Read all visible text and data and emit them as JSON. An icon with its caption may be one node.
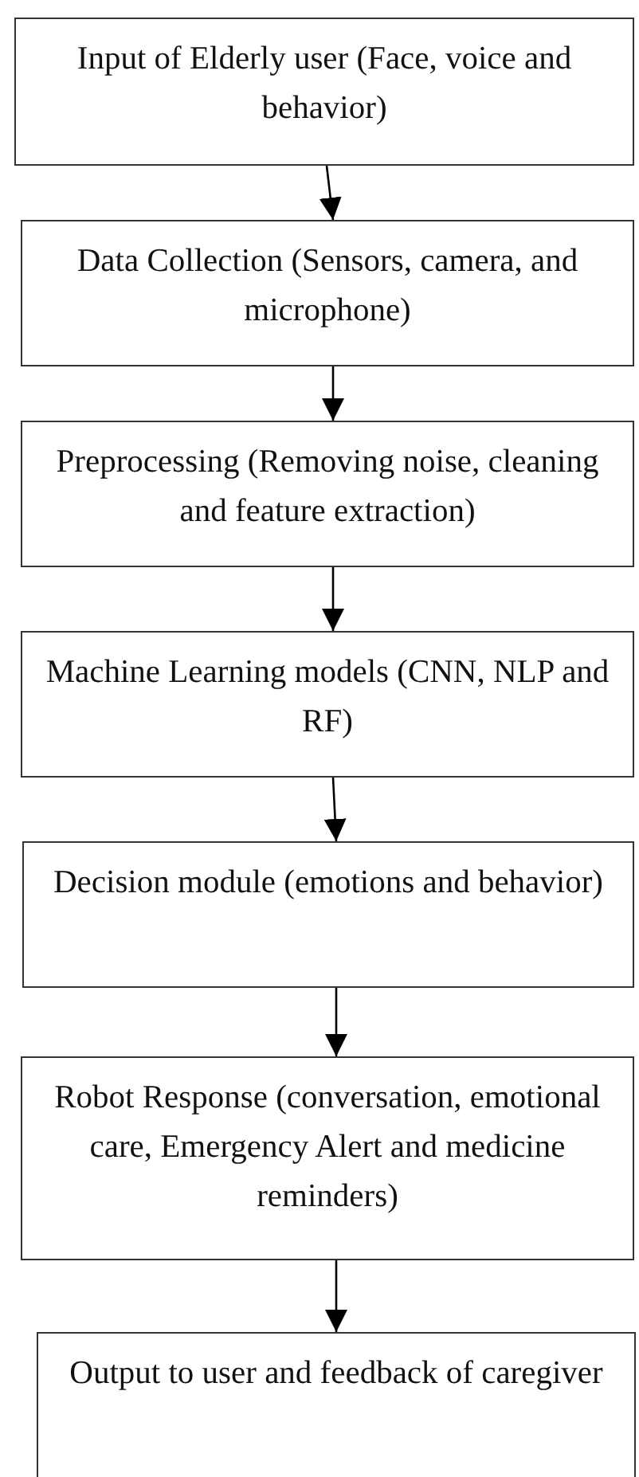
{
  "diagram": {
    "nodes": [
      {
        "text": [
          "Input of Elderly user (Face, voice and behavior)"
        ]
      },
      {
        "text": [
          "Data Collection (Sensors, camera, and microphone)"
        ]
      },
      {
        "text": [
          "Preprocessing (Removing noise, cleaning and feature extraction)"
        ]
      },
      {
        "text": [
          "Machine Learning models (CNN, NLP and RF)"
        ]
      },
      {
        "text": [
          "Decision module (emotions and behavior)"
        ]
      },
      {
        "text": [
          "Robot Response (conversation, emotional care, Emergency Alert and medicine reminders)"
        ]
      },
      {
        "text": [
          "Output to user and feedback of caregiver"
        ]
      }
    ],
    "edges": [
      {
        "from": 0,
        "to": 1,
        "arrow": "to"
      },
      {
        "from": 1,
        "to": 2,
        "arrow": "to"
      },
      {
        "from": 2,
        "to": 3,
        "arrow": "to"
      },
      {
        "from": 3,
        "to": 4,
        "arrow": "to"
      },
      {
        "from": 4,
        "to": 5,
        "arrow": "to"
      },
      {
        "from": 5,
        "to": 6,
        "arrow": "to"
      }
    ]
  }
}
